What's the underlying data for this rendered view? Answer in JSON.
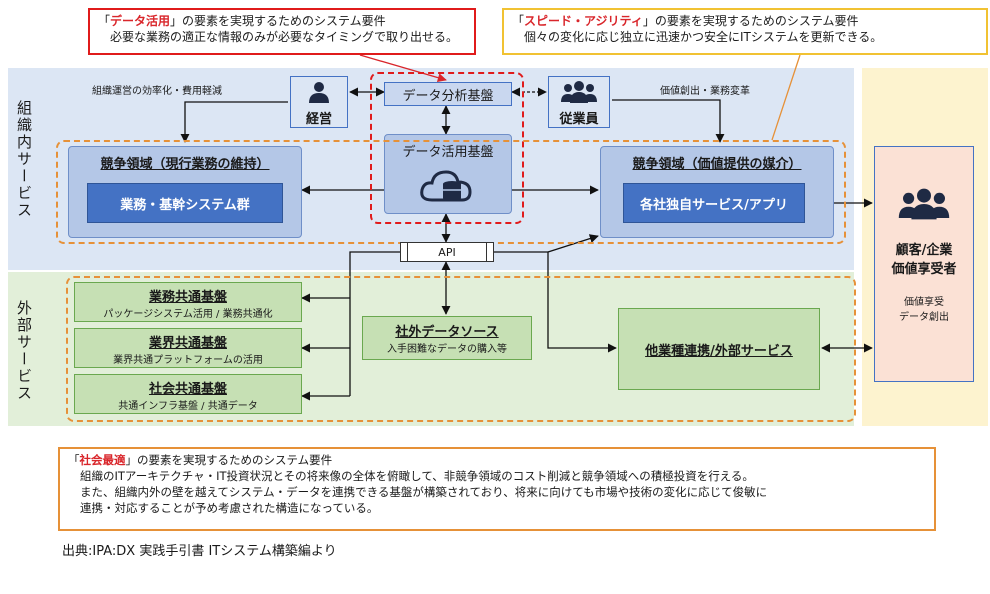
{
  "callout_data": {
    "prefix_open": "「",
    "keyword": "データ活用",
    "suffix": "」の要素を実現するためのシステム要件",
    "desc": "必要な業務の適正な情報のみが必要なタイミングで取り出せる。"
  },
  "callout_speed": {
    "prefix_open": "「",
    "keyword": "スピード・アジリティ",
    "suffix": "」の要素を実現するためのシステム要件",
    "desc": "個々の変化に応じ独立に迅速かつ安全にITシステムを更新できる。"
  },
  "callout_social": {
    "prefix_open": "「",
    "keyword": "社会最適",
    "suffix": "」の要素を実現するためのシステム要件",
    "desc1": "組織のITアーキテクチャ・IT投資状況とその将来像の全体を俯瞰して、非競争領域のコスト削減と競争領域への積極投資を行える。",
    "desc2": "また、組織内外の壁を越えてシステム・データを連携できる基盤が構築されており、将来に向けても市場や技術の変化に応じて俊敏に",
    "desc3": "連携・対応することが予め考慮された構造になっている。"
  },
  "bands": {
    "inner_label": "組織内サービス",
    "outer_label": "外部サービス"
  },
  "inner": {
    "management": "経営",
    "employees": "従業員",
    "label_efficiency": "組織運営の効率化・費用軽減",
    "label_value": "価値創出・業務変革",
    "analysis_platform": "データ分析基盤",
    "utilization_platform": "データ活用基盤",
    "competitive_current_title": "競争領域（現行業務の維持）",
    "core_systems": "業務・基幹システム群",
    "competitive_value_title": "競争領域（価値提供の媒介）",
    "own_services": "各社独自サービス/アプリ",
    "api": "API"
  },
  "outer": {
    "biz_common_title": "業務共通基盤",
    "biz_common_sub": "パッケージシステム活用 / 業務共通化",
    "industry_common_title": "業界共通基盤",
    "industry_common_sub": "業界共通プラットフォームの活用",
    "social_common_title": "社会共通基盤",
    "social_common_sub": "共通インフラ基盤 / 共通データ",
    "external_data_title": "社外データソース",
    "external_data_sub": "入手困難なデータの購入等",
    "cross_industry": "他業種連携/外部サービス"
  },
  "customer": {
    "title1": "顧客/企業",
    "title2": "価値享受者",
    "sub1": "価値享受",
    "sub2": "データ創出"
  },
  "source": "出典:IPA:DX 実践手引書 ITシステム構築編より",
  "colors": {
    "red": "#d9262b",
    "orange": "#e69138",
    "blue": "#4472c4",
    "green": "#c6e0b4"
  }
}
